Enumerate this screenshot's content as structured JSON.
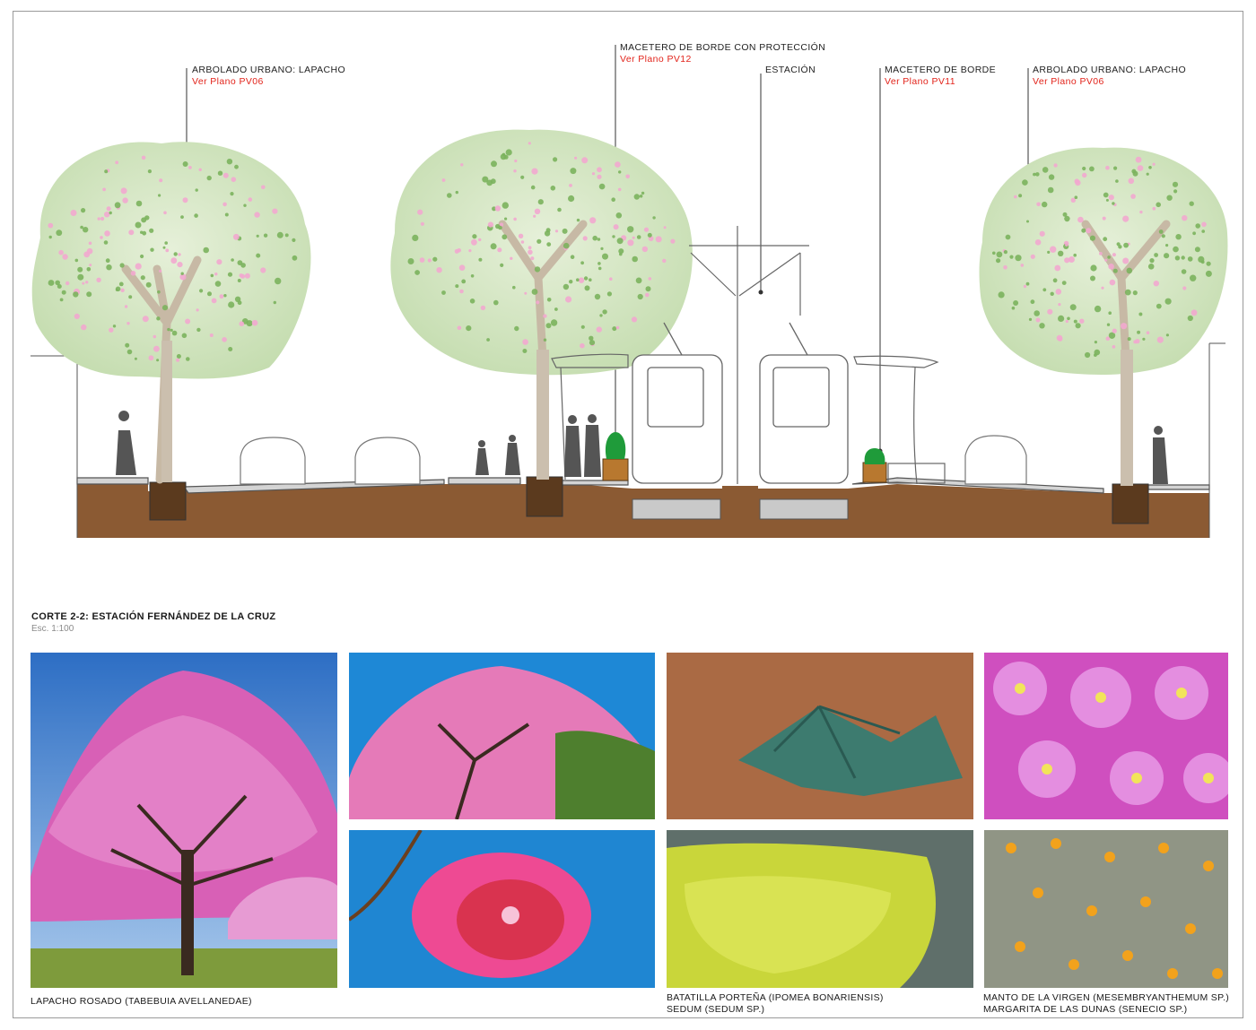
{
  "callouts": [
    {
      "id": "tree-left",
      "title": "ARBOLADO URBANO: LAPACHO",
      "ref": "Ver Plano PV06"
    },
    {
      "id": "planter-protected",
      "title": "MACETERO DE BORDE CON PROTECCIÓN",
      "ref": "Ver Plano PV12"
    },
    {
      "id": "station",
      "title": "ESTACIÓN",
      "ref": ""
    },
    {
      "id": "planter",
      "title": "MACETERO DE BORDE",
      "ref": "Ver Plano PV11"
    },
    {
      "id": "tree-right",
      "title": "ARBOLADO URBANO: LAPACHO",
      "ref": "Ver Plano PV06"
    }
  ],
  "section": {
    "title": "CORTE 2-2: ESTACIÓN FERNÁNDEZ DE LA CRUZ",
    "scale": "Esc. 1:100"
  },
  "captions": {
    "lapacho": "LAPACHO ROSADO (TABEBUIA AVELLANEDAE)",
    "ground_cover_1": "BATATILLA PORTEÑA (IPOMEA BONARIENSIS)",
    "ground_cover_2": "SEDUM (SEDUM SP.)",
    "succulent_1": "MANTO DE LA VIRGEN (MESEMBRYANTHEMUM SP.)",
    "succulent_2": "MARGARITA DE LAS DUNAS (SENECIO SP.)"
  },
  "colors": {
    "soil": "#8b5a33",
    "canopy": "#cfe3bf",
    "leaf": "#7bb35d",
    "blossom": "#f2a9cf",
    "trunk": "#cbbfae",
    "planter_green": "#1f9b3a",
    "sky": "#1e88d6",
    "accent_red": "#e2231a"
  }
}
